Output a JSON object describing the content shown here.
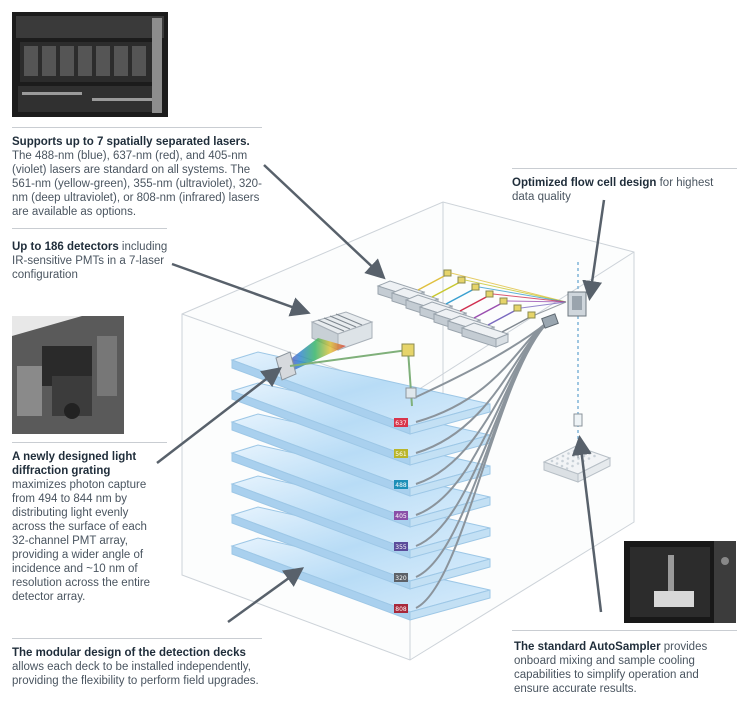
{
  "captions": {
    "lasers": {
      "title": "Supports up to 7 spatially separated lasers.",
      "lines": [
        "The 488-nm (blue), 637-nm (red), and 405-nm",
        "(violet) lasers are standard on all systems. The",
        "561-nm (yellow-green), 355-nm (ultraviolet), 320-",
        "nm (deep ultraviolet), or 808-nm (infrared) lasers",
        "are available as options."
      ]
    },
    "detectors": {
      "title": "Up to 186 detectors",
      "title_suffix": " including",
      "lines": [
        "IR-sensitive PMTs in a 7-laser",
        "configuration"
      ]
    },
    "grating": {
      "title_lines": [
        "A newly designed light",
        "diffraction grating"
      ],
      "lines": [
        "maximizes photon capture",
        "from 494 to 844 nm by",
        "distributing light evenly",
        "across the surface of each",
        "32-channel PMT array,",
        "providing a wider angle of",
        "incidence and ~10 nm of",
        "resolution across the entire",
        "detector array."
      ]
    },
    "modular": {
      "title": "The modular design of the detection decks",
      "lines": [
        "allows each deck to be installed independently,",
        "providing the flexibility to perform field upgrades."
      ]
    },
    "flowcell": {
      "title": "Optimized flow cell design",
      "title_suffix": " for highest",
      "lines": [
        "data quality"
      ]
    },
    "autosampler": {
      "title": "The standard AutoSampler",
      "title_suffix": " provides",
      "lines": [
        "onboard mixing and sample cooling",
        "capabilities to simplify operation and",
        "ensure accurate results."
      ]
    }
  },
  "decks": [
    {
      "label": "637",
      "color": "#d8344a"
    },
    {
      "label": "561",
      "color": "#b9b52a"
    },
    {
      "label": "488",
      "color": "#1d8fb8"
    },
    {
      "label": "405",
      "color": "#8a4fa8"
    },
    {
      "label": "355",
      "color": "#5b4c9a"
    },
    {
      "label": "320",
      "color": "#5c6168"
    },
    {
      "label": "808",
      "color": "#a8283a"
    }
  ],
  "laser_beam_colors": [
    "#e0c040",
    "#c8c830",
    "#3aa0d0",
    "#d03050",
    "#9a4fb0",
    "#7a6ac0",
    "#808890"
  ]
}
